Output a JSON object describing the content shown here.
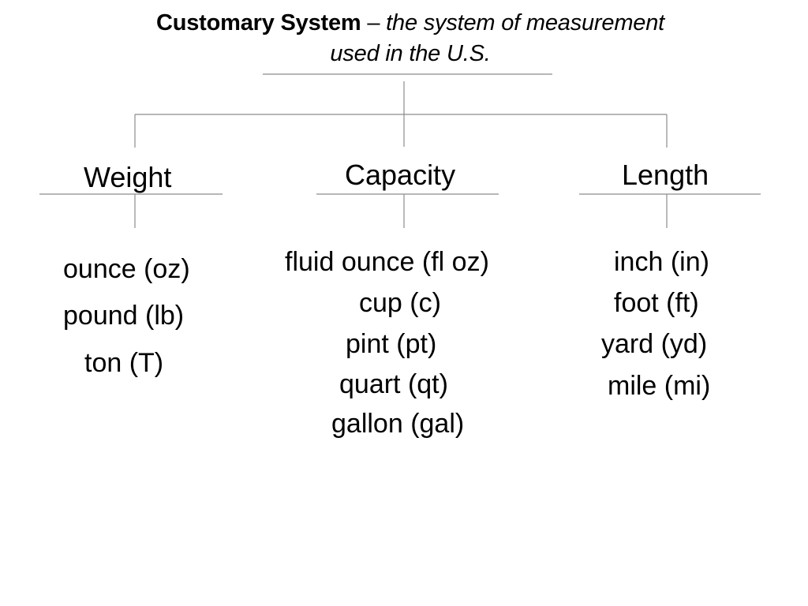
{
  "title": {
    "term": "Customary System",
    "dash": " – ",
    "definition_line1": "the system of measurement",
    "definition_line2": "used in the U.S."
  },
  "categories": [
    {
      "name": "Weight",
      "units": [
        "ounce (oz)",
        "pound (lb)",
        "ton (T)"
      ]
    },
    {
      "name": "Capacity",
      "units": [
        "fluid ounce (fl oz)",
        "cup (c)",
        "pint (pt)",
        "quart (qt)",
        "gallon (gal)"
      ]
    },
    {
      "name": "Length",
      "units": [
        "inch (in)",
        "foot (ft)",
        "yard (yd)",
        "mile (mi)"
      ]
    }
  ]
}
